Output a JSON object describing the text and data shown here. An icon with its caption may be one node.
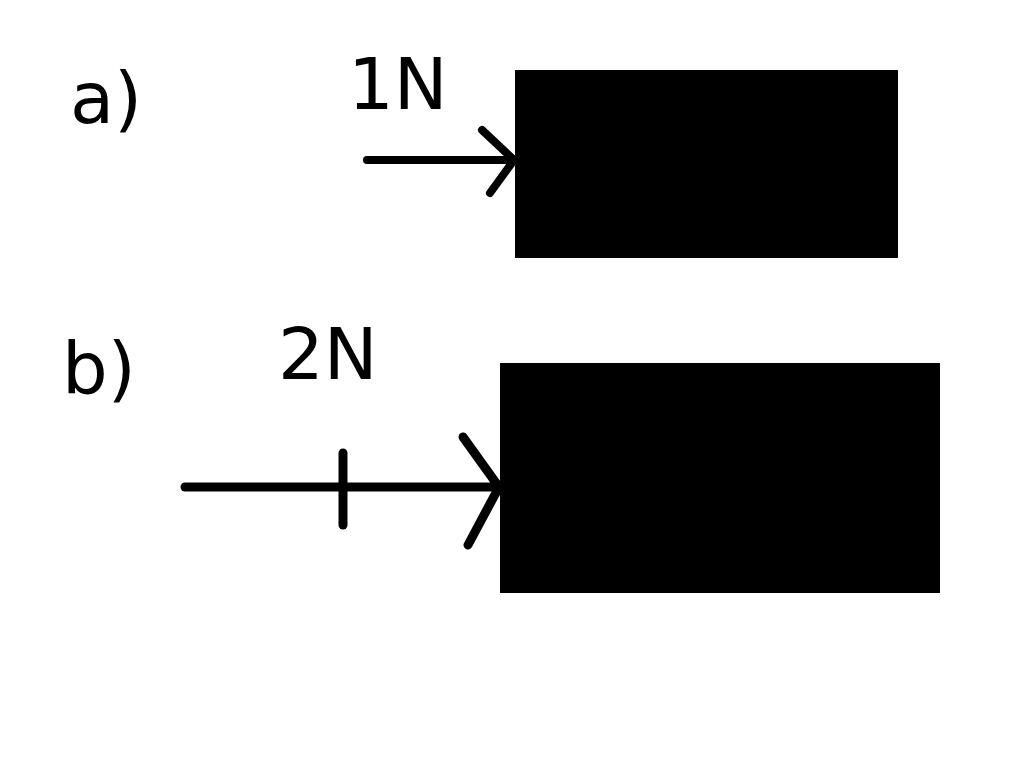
{
  "diagram": {
    "nodes": [
      {
        "text": [],
        "shape": "box"
      },
      {
        "text": [],
        "shape": "box"
      }
    ],
    "labels": [
      "a)",
      "1N",
      "b)",
      "2N"
    ]
  }
}
